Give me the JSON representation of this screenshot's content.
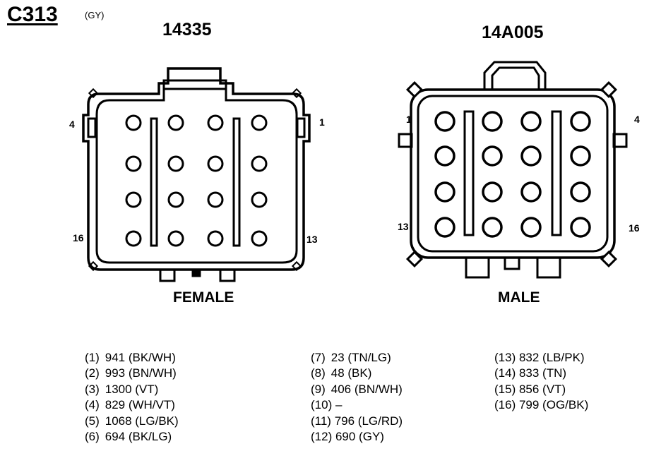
{
  "header": {
    "connector_id": "C313",
    "connector_color": "(GY)"
  },
  "left_connector": {
    "part_number": "14335",
    "gender": "FEMALE",
    "corner_labels": {
      "top_left": "4",
      "top_right": "1",
      "bottom_left": "16",
      "bottom_right": "13"
    }
  },
  "right_connector": {
    "part_number": "14A005",
    "gender": "MALE",
    "corner_labels": {
      "top_left": "1",
      "top_right": "4",
      "bottom_left": "13",
      "bottom_right": "16"
    }
  },
  "pinout": {
    "col1": [
      {
        "pin": "(1)",
        "circuit": "941 (BK/WH)"
      },
      {
        "pin": "(2)",
        "circuit": "993 (BN/WH)"
      },
      {
        "pin": "(3)",
        "circuit": "1300 (VT)"
      },
      {
        "pin": "(4)",
        "circuit": "829 (WH/VT)"
      },
      {
        "pin": "(5)",
        "circuit": "1068 (LG/BK)"
      },
      {
        "pin": "(6)",
        "circuit": "694 (BK/LG)"
      }
    ],
    "col2": [
      {
        "pin": "(7)",
        "circuit": "23 (TN/LG)"
      },
      {
        "pin": "(8)",
        "circuit": "48 (BK)"
      },
      {
        "pin": "(9)",
        "circuit": "406 (BN/WH)"
      },
      {
        "pin": "(10)",
        "circuit": "–"
      },
      {
        "pin": "(11)",
        "circuit": "796 (LG/RD)"
      },
      {
        "pin": "(12)",
        "circuit": "690 (GY)"
      }
    ],
    "col3": [
      {
        "pin": "(13)",
        "circuit": "832 (LB/PK)"
      },
      {
        "pin": "(14)",
        "circuit": "833 (TN)"
      },
      {
        "pin": "(15)",
        "circuit": "856 (VT)"
      },
      {
        "pin": "(16)",
        "circuit": "799 (OG/BK)"
      }
    ]
  }
}
